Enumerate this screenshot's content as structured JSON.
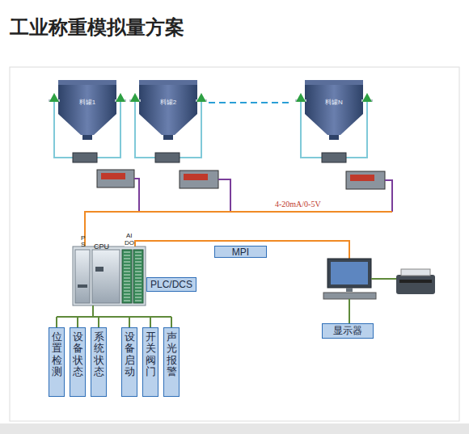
{
  "diagram": {
    "title": "工业称重模拟量方案",
    "nodes": [
      {
        "text": [
          "料罐1"
        ]
      },
      {
        "text": [
          "料罐2"
        ]
      },
      {
        "text": [
          "料罐N"
        ]
      },
      {
        "text": [
          "MPI"
        ]
      },
      {
        "text": [
          "PLC/DCS"
        ]
      },
      {
        "text": [
          "显示器"
        ]
      },
      {
        "text": [
          "位置检测"
        ]
      },
      {
        "text": [
          "设备状态"
        ]
      },
      {
        "text": [
          "系统状态"
        ]
      },
      {
        "text": [
          "设备启动"
        ]
      },
      {
        "text": [
          "开关阀门"
        ]
      },
      {
        "text": [
          "声光报警"
        ]
      }
    ],
    "labels": [
      "P",
      "S",
      "CPU",
      "AI",
      "DO",
      "4-20mA/0-5V"
    ]
  }
}
